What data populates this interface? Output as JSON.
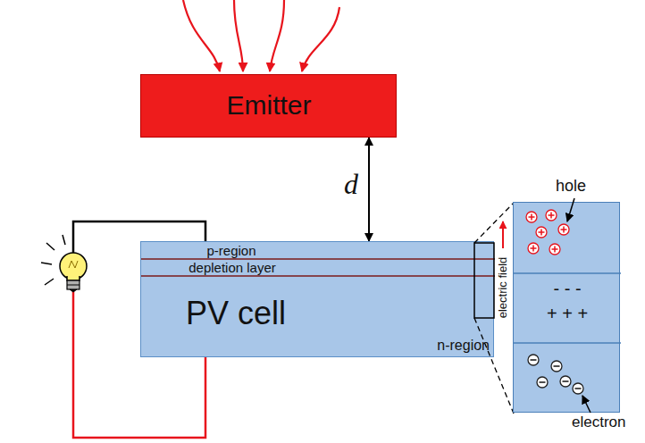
{
  "diagram": {
    "nodes": [
      {
        "text": [
          "Emitter"
        ]
      },
      {
        "text": [
          "p-region",
          "depletion layer",
          "PV cell",
          "n-region"
        ]
      },
      {
        "text": [
          "- - -",
          "+ + +"
        ]
      }
    ],
    "edges": [
      {
        "from": 0,
        "to": 1,
        "arrow": "both",
        "label": "d"
      }
    ],
    "labels": [
      "hole",
      "electric field",
      "electron"
    ]
  }
}
